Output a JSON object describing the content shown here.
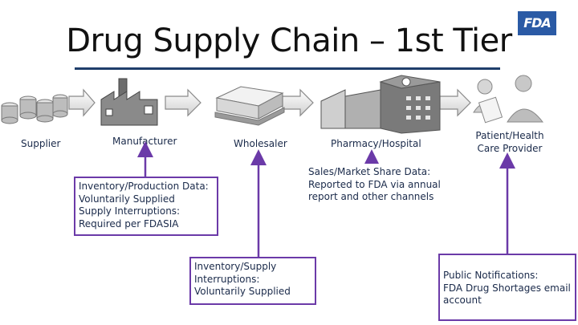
{
  "header": {
    "title": "Drug Supply Chain – 1st Tier",
    "logo_text": "FDA"
  },
  "stages": [
    {
      "label": "Supplier"
    },
    {
      "label": "Manufacturer"
    },
    {
      "label": "Wholesaler"
    },
    {
      "label": "Pharmacy/Hospital"
    },
    {
      "label_line1": "Patient/Health",
      "label_line2": "Care Provider"
    }
  ],
  "boxes": {
    "manufacturer": [
      "Inventory/Production Data:",
      "Voluntarily Supplied",
      "Supply Interruptions:",
      "Required per FDASIA"
    ],
    "pharmacy": [
      "Sales/Market Share Data:",
      "Reported to FDA via annual",
      "report and other channels"
    ],
    "wholesaler": [
      "Inventory/Supply",
      "Interruptions:",
      "Voluntarily Supplied"
    ],
    "patient": [
      "Public Notifications:",
      "FDA Drug Shortages email",
      "account"
    ]
  },
  "colors": {
    "connector": "#6b3aa8",
    "rule": "#1f3e6b",
    "logo": "#2a5aa5",
    "icons": "#9a9a9a"
  }
}
